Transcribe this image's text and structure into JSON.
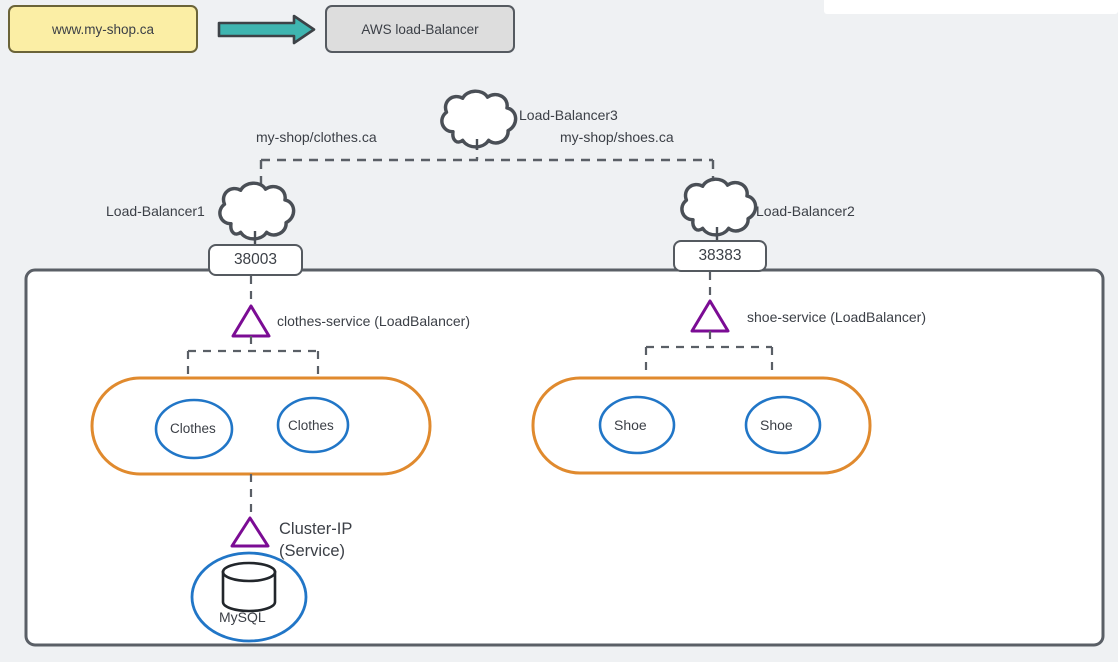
{
  "diagram": {
    "title_nodes": {
      "domain_box": "www.my-shop.ca",
      "aws_box": "AWS load-Balancer"
    },
    "arrow": {
      "name": "flow-arrow",
      "color": "#3fb5b0",
      "outline": "#3d4247"
    },
    "load_balancers": [
      {
        "id": "lb3",
        "label": "Load-Balancer3",
        "port": ""
      },
      {
        "id": "lb1",
        "label": "Load-Balancer1",
        "port": "38003"
      },
      {
        "id": "lb2",
        "label": "Load-Balancer2",
        "port": "38383"
      }
    ],
    "routes": [
      {
        "id": "clothes-route",
        "label": "my-shop/clothes.ca"
      },
      {
        "id": "shoes-route",
        "label": "my-shop/shoes.ca"
      }
    ],
    "services": [
      {
        "id": "clothes-service",
        "label": "clothes-service (LoadBalancer)",
        "color": "#7b0c94"
      },
      {
        "id": "shoe-service",
        "label": "shoe-service (LoadBalancer)",
        "color": "#7b0c94"
      },
      {
        "id": "cluster-ip",
        "label_line1": "Cluster-IP",
        "label_line2": "(Service)",
        "color": "#7b0c94"
      }
    ],
    "replica_sets": [
      {
        "id": "clothes-replicaset",
        "color": "#e08a2e",
        "pods": [
          {
            "label": "Clothes",
            "color": "#2176c7"
          },
          {
            "label": "Clothes",
            "color": "#2176c7"
          }
        ]
      },
      {
        "id": "shoe-replicaset",
        "color": "#e08a2e",
        "pods": [
          {
            "label": "Shoe",
            "color": "#2176c7"
          },
          {
            "label": "Shoe",
            "color": "#2176c7"
          }
        ]
      }
    ],
    "database": {
      "id": "mysql-pod",
      "label": "MySQL",
      "pod_color": "#2176c7",
      "cylinder_color": "#22262b"
    },
    "cluster_boundary": {
      "id": "kubernetes-cluster",
      "border_color": "#5a5f66",
      "fill": "#ffffff"
    },
    "canvas": {
      "background": "#eff1f3",
      "grid_color": "#a0a8b2"
    }
  }
}
